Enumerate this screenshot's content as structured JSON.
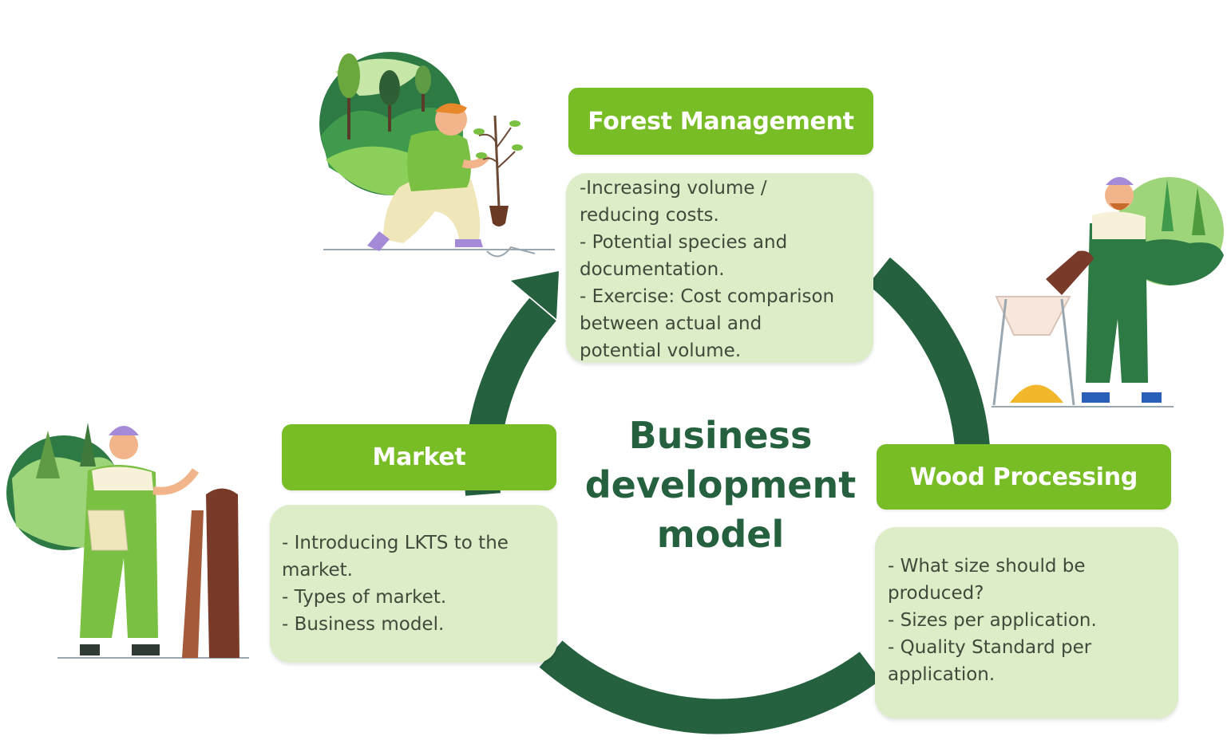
{
  "center_title": [
    "Business",
    "development",
    "model"
  ],
  "stages": {
    "forest": {
      "title": "Forest Management",
      "lines": [
        "-Increasing volume /",
        "reducing costs.",
        "- Potential species and",
        "documentation.",
        "- Exercise: Cost comparison",
        "between actual and",
        "potential volume."
      ]
    },
    "wood": {
      "title": "Wood Processing",
      "lines": [
        "- What size should be",
        "produced?",
        "- Sizes per application.",
        "- Quality Standard per",
        "application."
      ]
    },
    "market": {
      "title": "Market",
      "lines": [
        "- Introducing LKTS to the",
        "market.",
        "- Types of market.",
        "- Business model."
      ]
    }
  },
  "colors": {
    "title_bg": "#78bc26",
    "desc_bg": "#dcedc8",
    "cycle": "#25603f",
    "center_text": "#25603f"
  },
  "illustrations": [
    "planting-person-icon",
    "log-processing-person-icon",
    "market-person-icon"
  ]
}
